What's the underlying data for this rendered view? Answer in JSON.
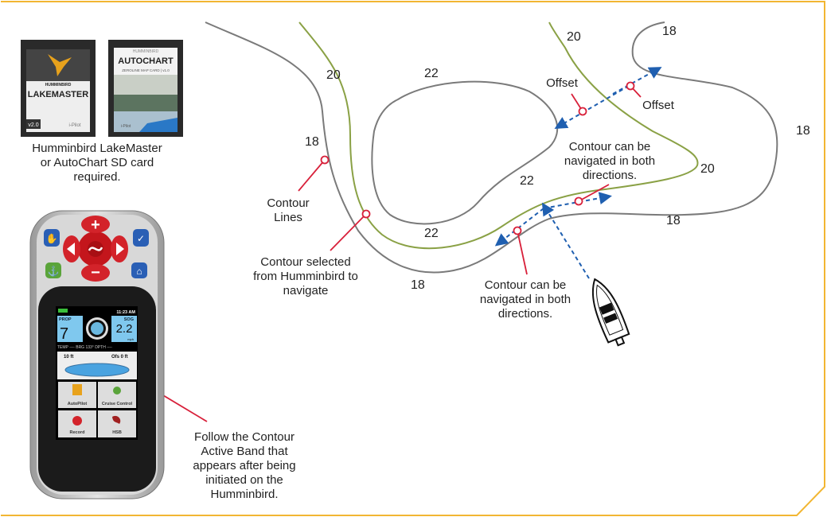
{
  "colors": {
    "frame": "#f2b632",
    "contour": "#7a7a7a",
    "selected_contour": "#8aa145",
    "callout": "#d8203a",
    "arrow": "#1f5fb0"
  },
  "sd_cards": {
    "lakemaster": {
      "brand": "HUMMINBIRD",
      "name": "LAKEMASTER",
      "version": "v2.0",
      "logo": "i-Pilot"
    },
    "autochart": {
      "brand": "HUMMINBIRD",
      "name": "AUTOCHART",
      "subtitle": "ZEROLINE MAP CARD | v1.0",
      "logo": "i-Pilot"
    },
    "caption": [
      "Humminbird LakeMaster",
      "or AutoChart SD card",
      "required."
    ]
  },
  "remote": {
    "status_time": "11:23 AM",
    "prop_label": "PROP",
    "prop_value": "7",
    "sog_label": "SOG",
    "sog_value": "2.2",
    "sog_unit": "mph",
    "info_bar": "TEMP ----   BRG 133°  DPTH   ----",
    "depth": "10 ft",
    "offset": "Ofs 0 ft",
    "buttons": [
      "AutoPilot",
      "Cruise Control",
      "Record",
      "HSB"
    ],
    "icons": [
      "plus-icon",
      "minus-icon",
      "left-arrow-icon",
      "right-arrow-icon",
      "center-logo-icon",
      "hand-icon",
      "check-icon",
      "anchor-icon",
      "home-icon"
    ],
    "caption": [
      "Follow the Contour",
      "Active Band that",
      "appears after being",
      "initiated on the",
      "Humminbird."
    ]
  },
  "map": {
    "depth_labels": [
      "20",
      "18",
      "22",
      "22",
      "22",
      "20",
      "18",
      "20",
      "18",
      "18"
    ],
    "callouts": {
      "contour_lines": [
        "Contour",
        "Lines"
      ],
      "contour_selected": [
        "Contour selected",
        "from Humminbird to",
        "navigate"
      ],
      "offset_1": "Offset",
      "offset_2": "Offset",
      "both_dirs_top": [
        "Contour can be",
        "navigated in both",
        "directions."
      ],
      "both_dirs_bottom": [
        "Contour can be",
        "navigated in both",
        "directions."
      ]
    }
  }
}
